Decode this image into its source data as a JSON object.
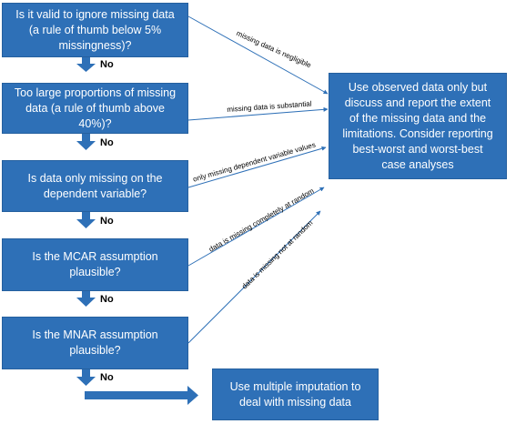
{
  "questions": [
    "Is it valid to ignore missing data (a rule of thumb below 5% missingness)?",
    "Too large proportions of missing data (a rule of thumb above 40%)?",
    "Is data only missing on the dependent variable?",
    "Is the MCAR assumption plausible?",
    "Is the MNAR assumption plausible?"
  ],
  "no_label": "No",
  "edge_labels": [
    "missing data is negligible",
    "missing data is substantial",
    "only missing dependent variable values",
    "data is missing completely at random",
    "data is missing not at random"
  ],
  "result_text": "Use observed data only but discuss and report the extent of the missing data and the limitations. Consider reporting best-worst and worst-best case analyses",
  "final_text": "Use multiple imputation to deal with missing data",
  "colors": {
    "box_fill": "#2e70b7",
    "arrow": "#2e70b7",
    "text_on_box": "#ffffff"
  }
}
